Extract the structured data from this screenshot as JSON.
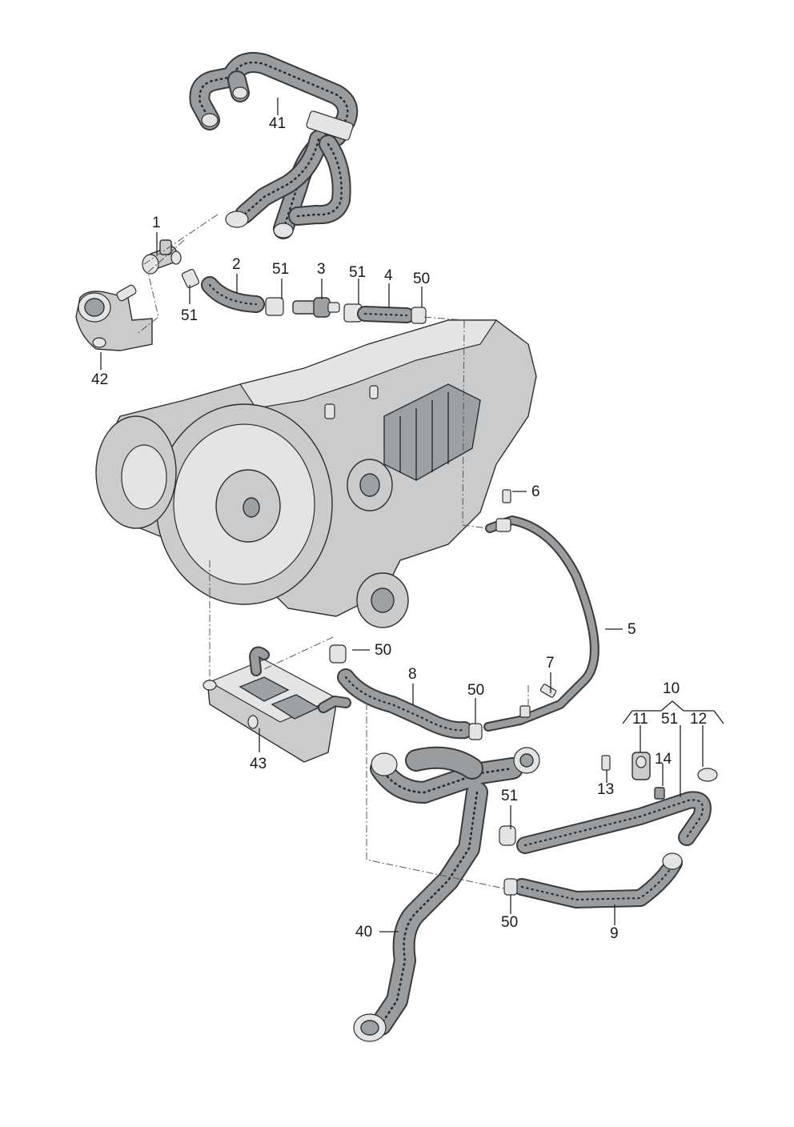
{
  "diagram": {
    "callouts": [
      {
        "id": "c1",
        "text": "1"
      },
      {
        "id": "c2",
        "text": "2"
      },
      {
        "id": "c3",
        "text": "3"
      },
      {
        "id": "c4",
        "text": "4"
      },
      {
        "id": "c5",
        "text": "5"
      },
      {
        "id": "c6",
        "text": "6"
      },
      {
        "id": "c7",
        "text": "7"
      },
      {
        "id": "c8",
        "text": "8"
      },
      {
        "id": "c9",
        "text": "9"
      },
      {
        "id": "c10",
        "text": "10"
      },
      {
        "id": "c11",
        "text": "11"
      },
      {
        "id": "c12",
        "text": "12"
      },
      {
        "id": "c13",
        "text": "13"
      },
      {
        "id": "c14",
        "text": "14"
      },
      {
        "id": "c40",
        "text": "40"
      },
      {
        "id": "c41",
        "text": "41"
      },
      {
        "id": "c42",
        "text": "42"
      },
      {
        "id": "c43",
        "text": "43"
      },
      {
        "id": "c50a",
        "text": "50"
      },
      {
        "id": "c50b",
        "text": "50"
      },
      {
        "id": "c50c",
        "text": "50"
      },
      {
        "id": "c50d",
        "text": "50"
      },
      {
        "id": "c51a",
        "text": "51"
      },
      {
        "id": "c51b",
        "text": "51"
      },
      {
        "id": "c51c",
        "text": "51"
      },
      {
        "id": "c51d",
        "text": "51"
      },
      {
        "id": "c51e",
        "text": "51"
      }
    ]
  }
}
